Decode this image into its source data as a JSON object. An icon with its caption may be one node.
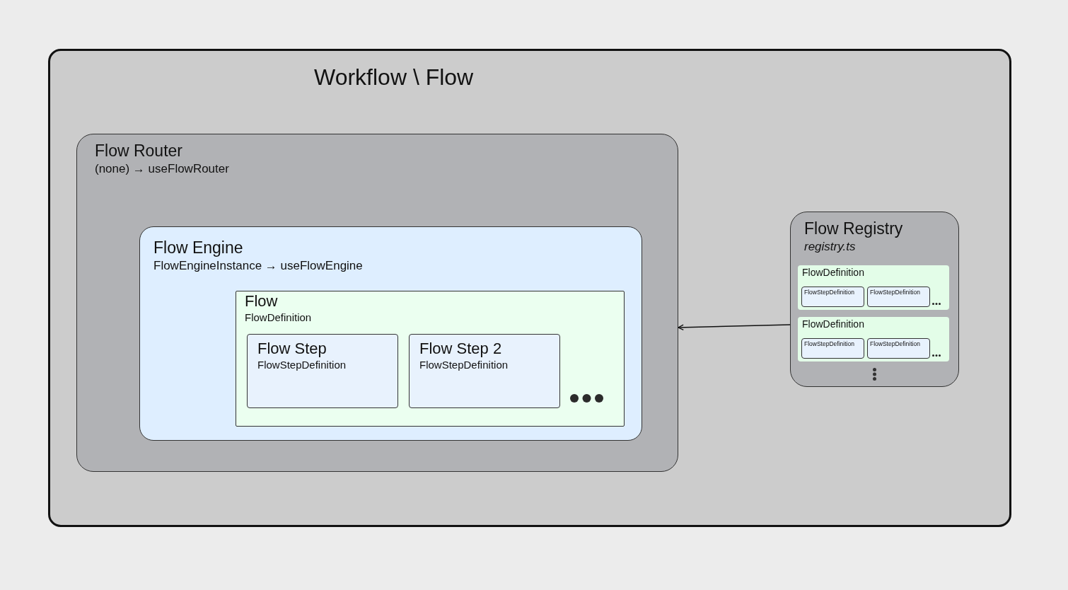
{
  "diagram": {
    "nodes": [
      {
        "text": [
          "Workflow \\ Flow"
        ]
      },
      {
        "text": [
          "Flow Router",
          "(none) → useFlowRouter"
        ],
        "in": 0
      },
      {
        "text": [
          "Flow Engine",
          "FlowEngineInstance → useFlowEngine"
        ],
        "in": 1
      },
      {
        "text": [
          "Flow",
          "FlowDefinition"
        ],
        "in": 2
      },
      {
        "text": [
          "Flow Step",
          "FlowStepDefinition"
        ],
        "in": 3
      },
      {
        "text": [
          "Flow Step 2",
          "FlowStepDefinition"
        ],
        "in": 3
      },
      {
        "text": [
          "Flow Registry",
          "registry.ts"
        ],
        "in": 0
      },
      {
        "text": [
          "FlowDefinition"
        ],
        "in": 6
      },
      {
        "text": [
          "FlowStepDefinition"
        ],
        "in": 7
      },
      {
        "text": [
          "FlowStepDefinition"
        ],
        "in": 7
      },
      {
        "text": [
          "FlowDefinition"
        ],
        "in": 6
      },
      {
        "text": [
          "FlowStepDefinition"
        ],
        "in": 10
      },
      {
        "text": [
          "FlowStepDefinition"
        ],
        "in": 10
      }
    ],
    "edges": [
      {
        "from": 6,
        "to": 1,
        "arrow": "to"
      }
    ]
  }
}
